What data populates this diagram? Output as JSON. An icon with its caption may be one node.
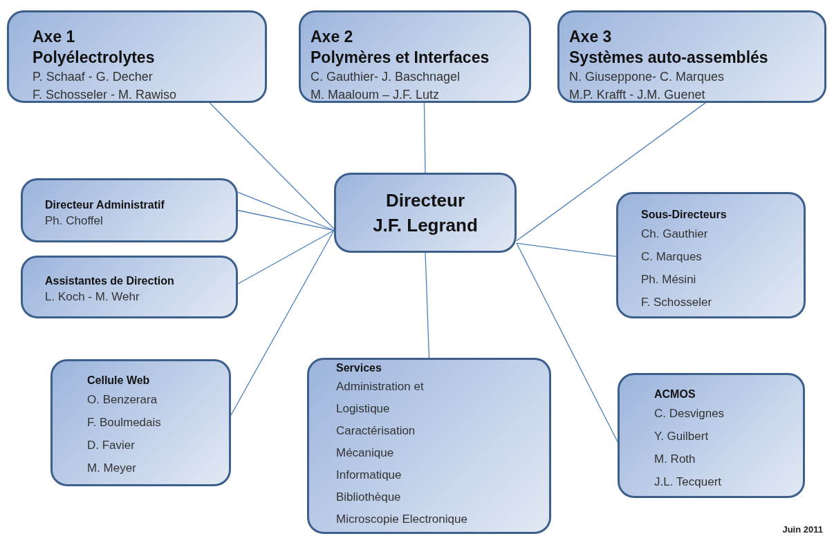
{
  "diagram": {
    "nodes": [
      {
        "text": [
          "Axe 1",
          "Polyélectrolytes",
          "P. Schaaf - G. Decher",
          "F. Schosseler - M. Rawiso"
        ]
      },
      {
        "text": [
          "Axe 2",
          "Polymères et Interfaces",
          "C. Gauthier- J. Baschnagel",
          "M. Maaloum – J.F. Lutz"
        ]
      },
      {
        "text": [
          "Axe 3",
          "Systèmes auto-assemblés",
          "N. Giuseppone- C. Marques",
          "M.P. Krafft - J.M. Guenet"
        ]
      },
      {
        "text": [
          "Directeur",
          "J.F. Legrand"
        ]
      },
      {
        "text": [
          "Directeur Administratif",
          "Ph. Choffel"
        ]
      },
      {
        "text": [
          "Assistantes de Direction",
          "L. Koch - M. Wehr"
        ]
      },
      {
        "text": [
          "Sous-Directeurs",
          "Ch. Gauthier",
          "C. Marques",
          "Ph. Mésini",
          "F. Schosseler"
        ]
      },
      {
        "text": [
          "Cellule Web",
          "O. Benzerara",
          "F. Boulmedais",
          "D. Favier",
          "M. Meyer"
        ]
      },
      {
        "text": [
          "Services",
          "Administration et",
          "Logistique",
          "Caractérisation",
          "Mécanique",
          "Informatique",
          "Bibliothèque",
          "Microscopie Electronique"
        ]
      },
      {
        "text": [
          "ACMOS",
          "C. Desvignes",
          "Y. Guilbert",
          "M. Roth",
          "J.L. Tecquert"
        ]
      }
    ],
    "edges": [
      {
        "from": 0,
        "to": 3,
        "arrow": "none"
      },
      {
        "from": 1,
        "to": 3,
        "arrow": "none"
      },
      {
        "from": 2,
        "to": 3,
        "arrow": "none"
      },
      {
        "from": 4,
        "to": 3,
        "arrow": "none"
      },
      {
        "from": 4,
        "to": 3,
        "arrow": "none"
      },
      {
        "from": 5,
        "to": 3,
        "arrow": "none"
      },
      {
        "from": 7,
        "to": 3,
        "arrow": "none"
      },
      {
        "from": 8,
        "to": 3,
        "arrow": "none"
      },
      {
        "from": 9,
        "to": 3,
        "arrow": "none"
      },
      {
        "from": 6,
        "to": 3,
        "arrow": "none"
      }
    ],
    "labels": [
      "Juin 2011"
    ]
  }
}
